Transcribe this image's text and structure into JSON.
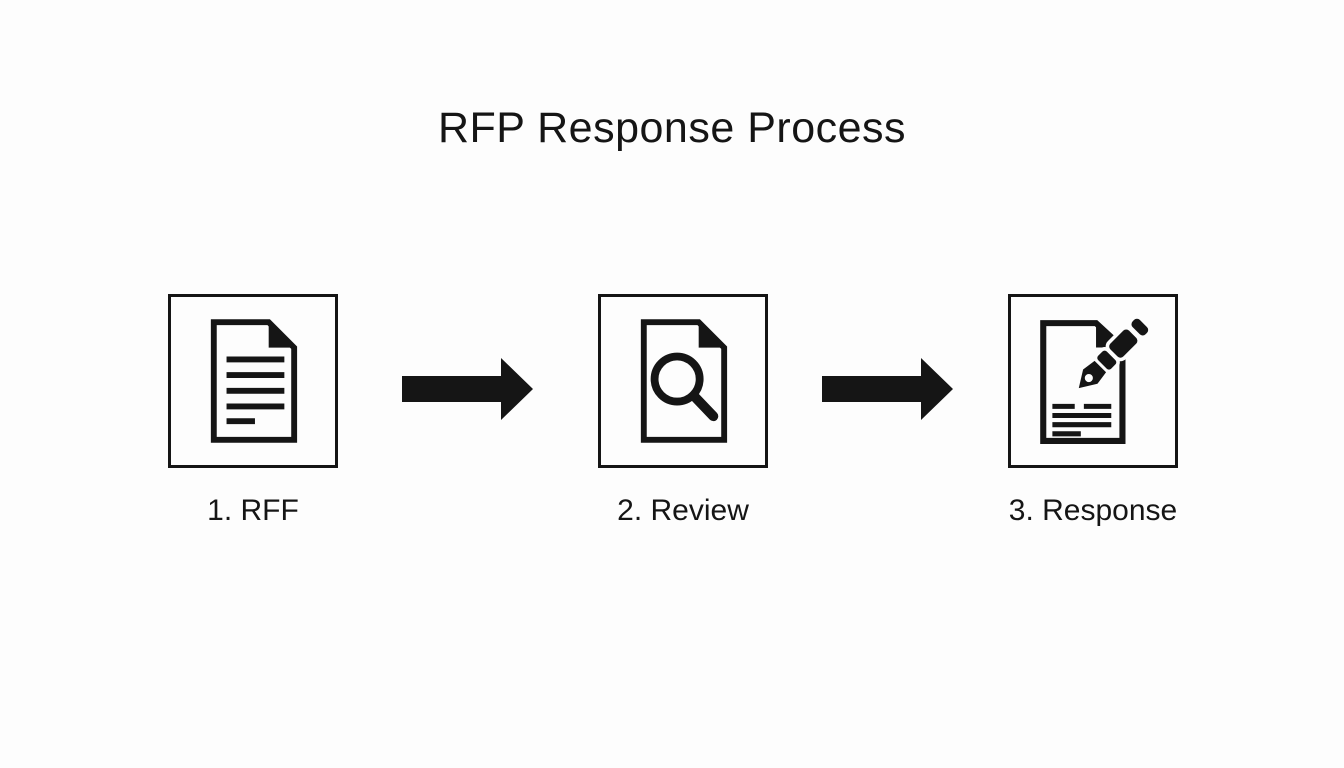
{
  "title": "RFP Response Process",
  "colors": {
    "ink": "#151515",
    "background": "#fdfdfd"
  },
  "steps": [
    {
      "label": "1. RFF",
      "icon": "document-icon"
    },
    {
      "label": "2. Review",
      "icon": "document-search-icon"
    },
    {
      "label": "3. Response",
      "icon": "document-pen-icon"
    }
  ],
  "connectors": [
    {
      "name": "arrow-1",
      "direction": "right"
    },
    {
      "name": "arrow-2",
      "direction": "right"
    }
  ]
}
